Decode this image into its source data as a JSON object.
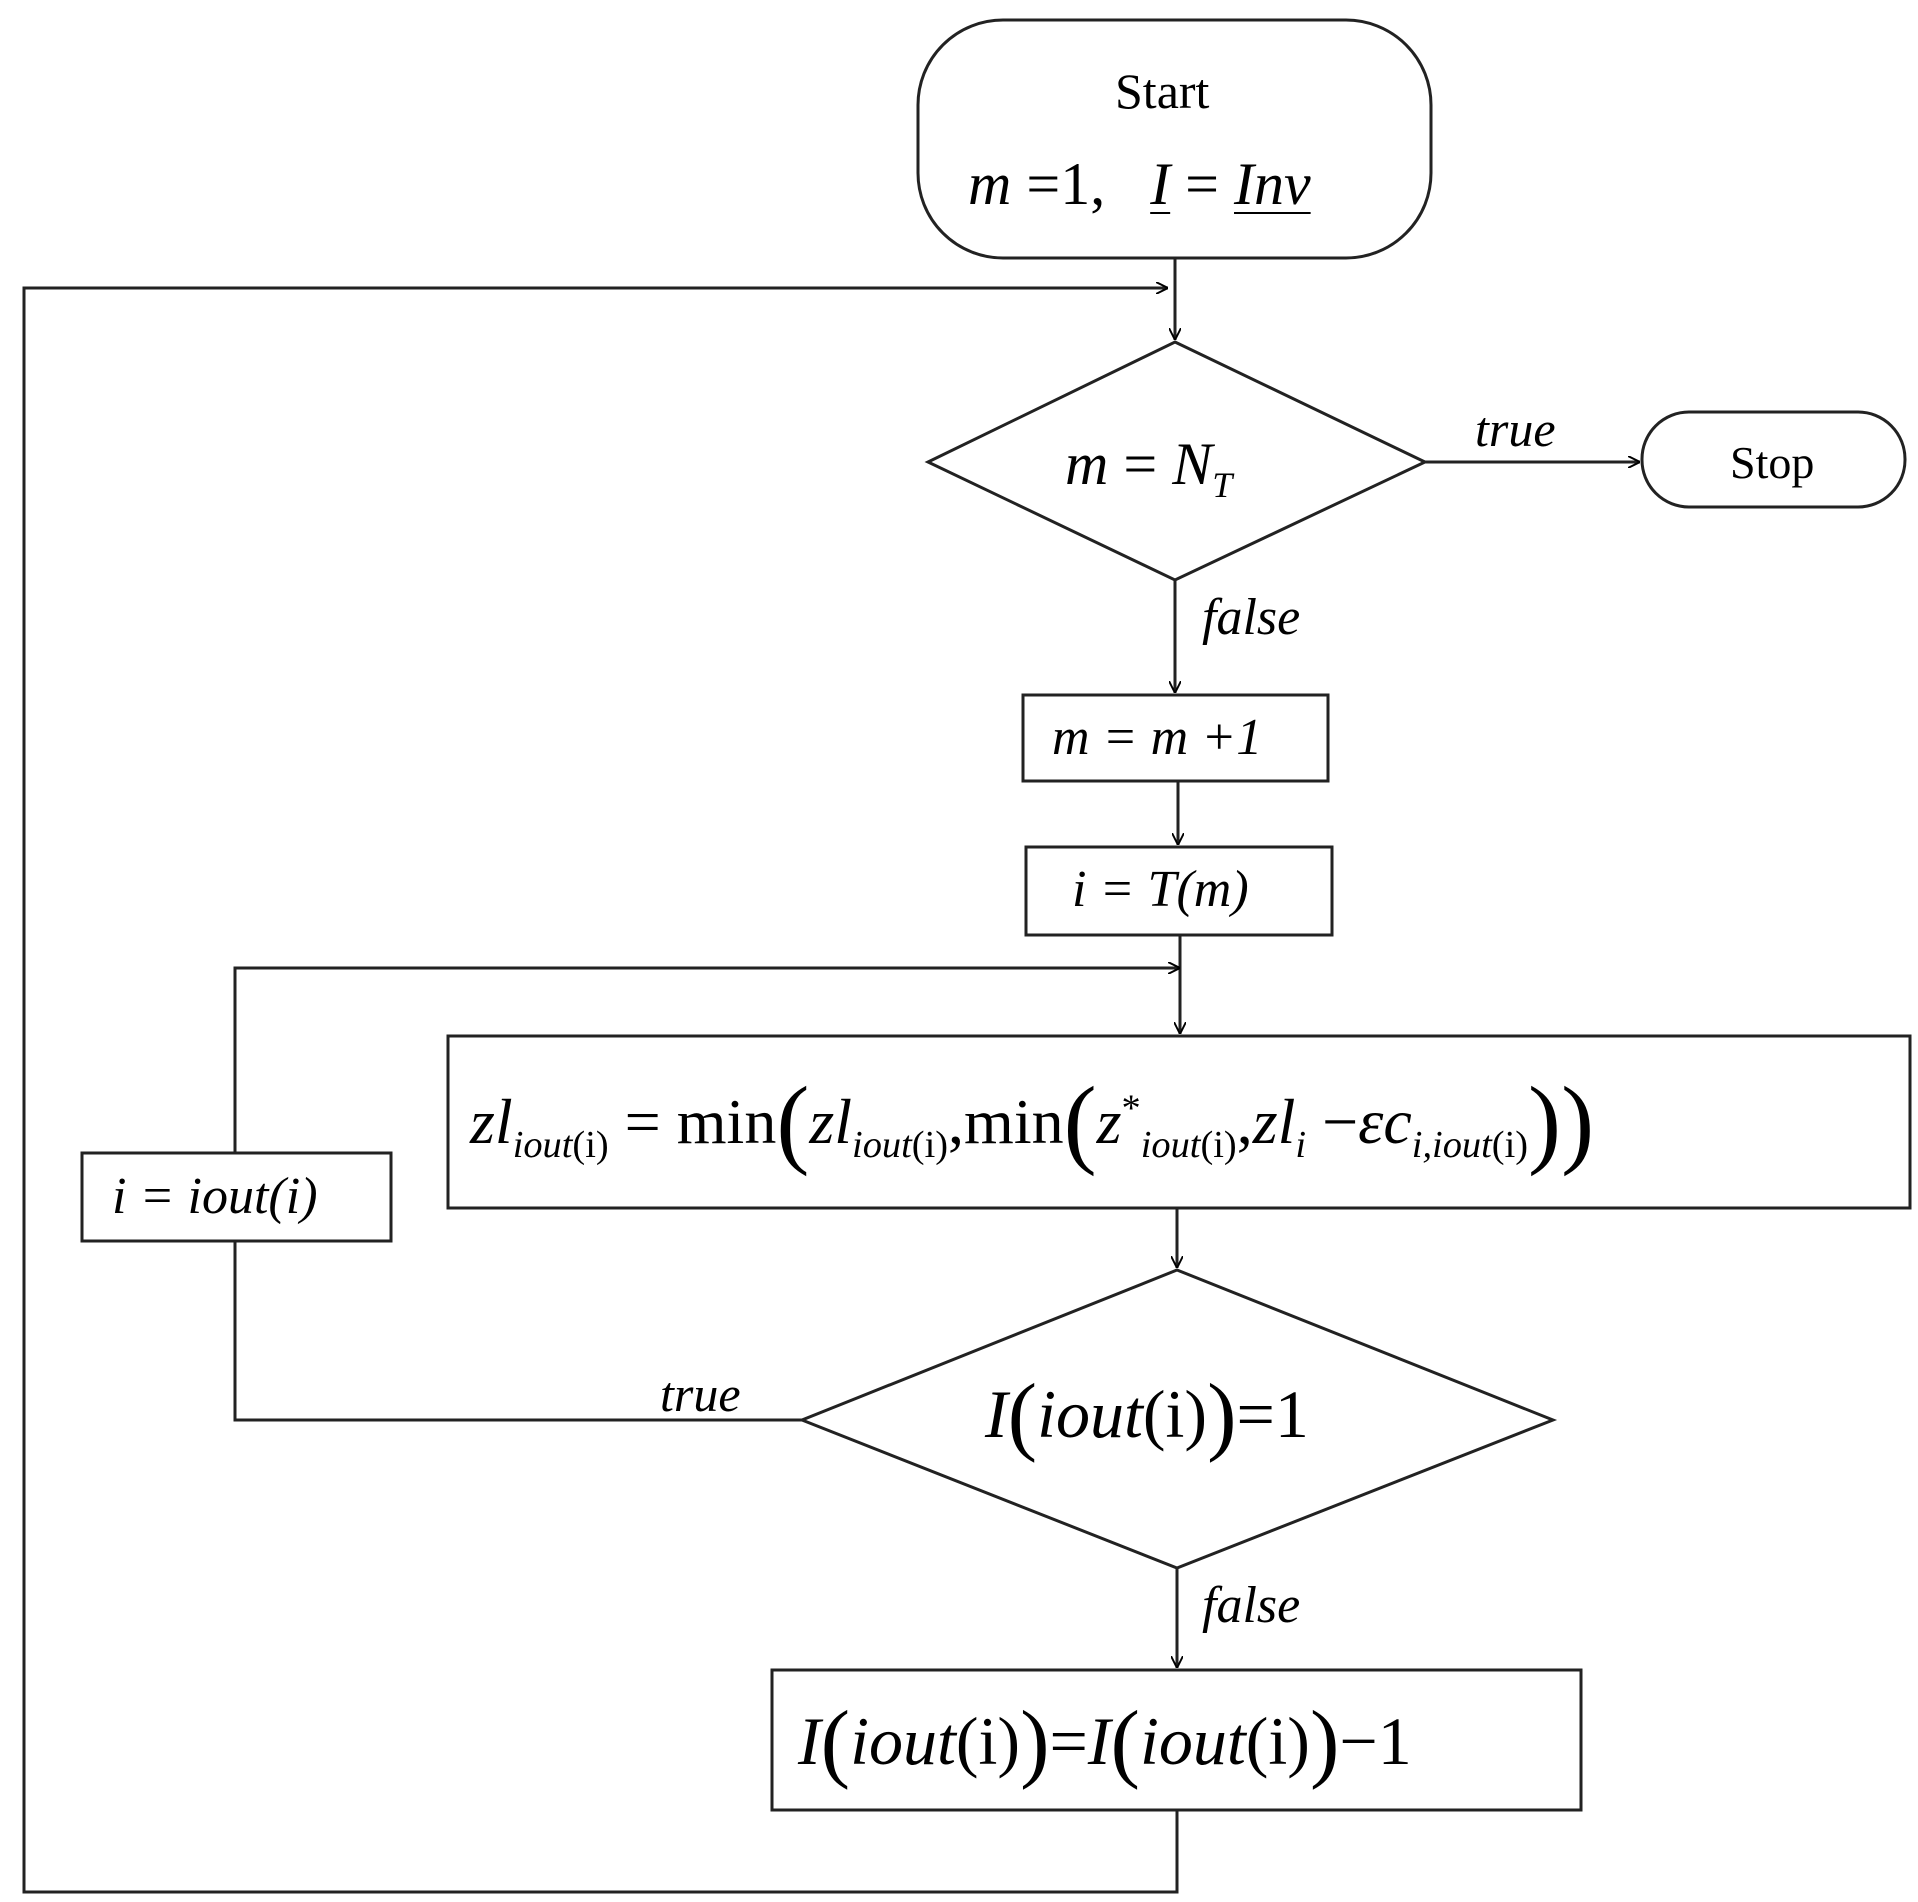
{
  "start": {
    "label": "Start",
    "m": "m",
    "eq": "=",
    "one": "1,",
    "I": "I",
    "Inv": "Inv"
  },
  "decision1": {
    "m": "m",
    "eq": "=",
    "N": "N",
    "T": "T"
  },
  "stop": {
    "label": "Stop"
  },
  "edge_labels": {
    "true_top": "true",
    "false_1": "false",
    "true_left": "true",
    "false_2": "false"
  },
  "step_m": {
    "text": "m = m +1"
  },
  "step_i": {
    "text": "i = T(m)"
  },
  "step_iout": {
    "text": "i = iout(i)"
  },
  "update": {
    "zl": "zl",
    "sub_iout": "iout",
    "sub_i_paren": "(i)",
    "eq": "=",
    "min": "min",
    "comma": ",",
    "z": "z",
    "star": "*",
    "sub_i": "i",
    "minus": "−",
    "eps": "ε",
    "c": "c",
    "sub_c": "i,iout",
    "open": "(",
    "close": ")"
  },
  "decision2": {
    "I": "I",
    "open": "(",
    "close": ")",
    "iout": "iout",
    "ipar": "(i)",
    "rhs": "=1"
  },
  "decrement": {
    "I": "I",
    "open": "(",
    "close": ")",
    "iout": "iout",
    "ipar": "(i)",
    "eq": "=",
    "rhs": "−1"
  }
}
